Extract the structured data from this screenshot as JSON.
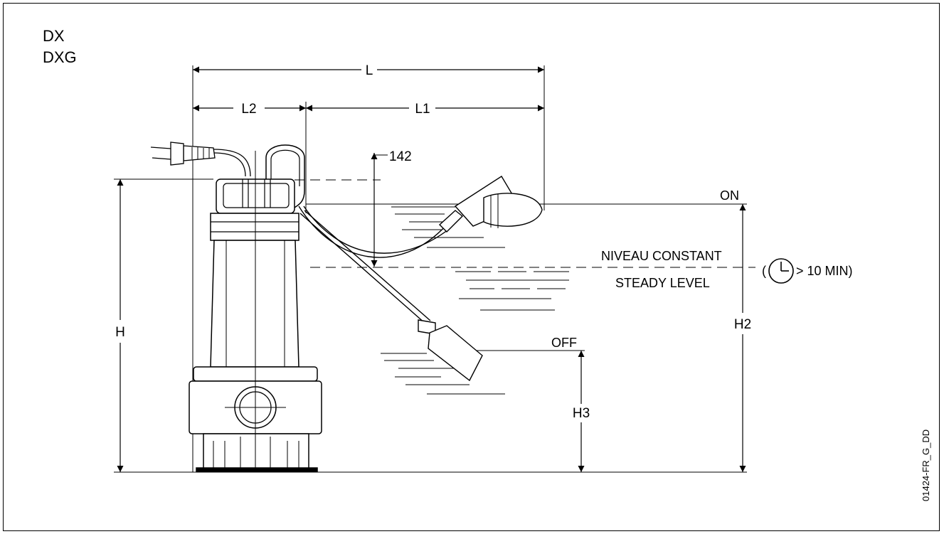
{
  "models": [
    "DX",
    "DXG"
  ],
  "dimensions": {
    "L": "L",
    "L1": "L1",
    "L2": "L2",
    "H": "H",
    "H2": "H2",
    "H3": "H3",
    "float_offset": "142"
  },
  "levels": {
    "on": "ON",
    "off": "OFF",
    "constant_fr": "NIVEAU CONSTANT",
    "constant_en": "STEADY LEVEL",
    "time_open": "(",
    "time_note": "> 10 MIN)"
  },
  "drawing_code": "01424-FR_G_DD",
  "icons": [
    "clock-icon",
    "plug-icon",
    "pump-icon",
    "float-switch-icon"
  ]
}
